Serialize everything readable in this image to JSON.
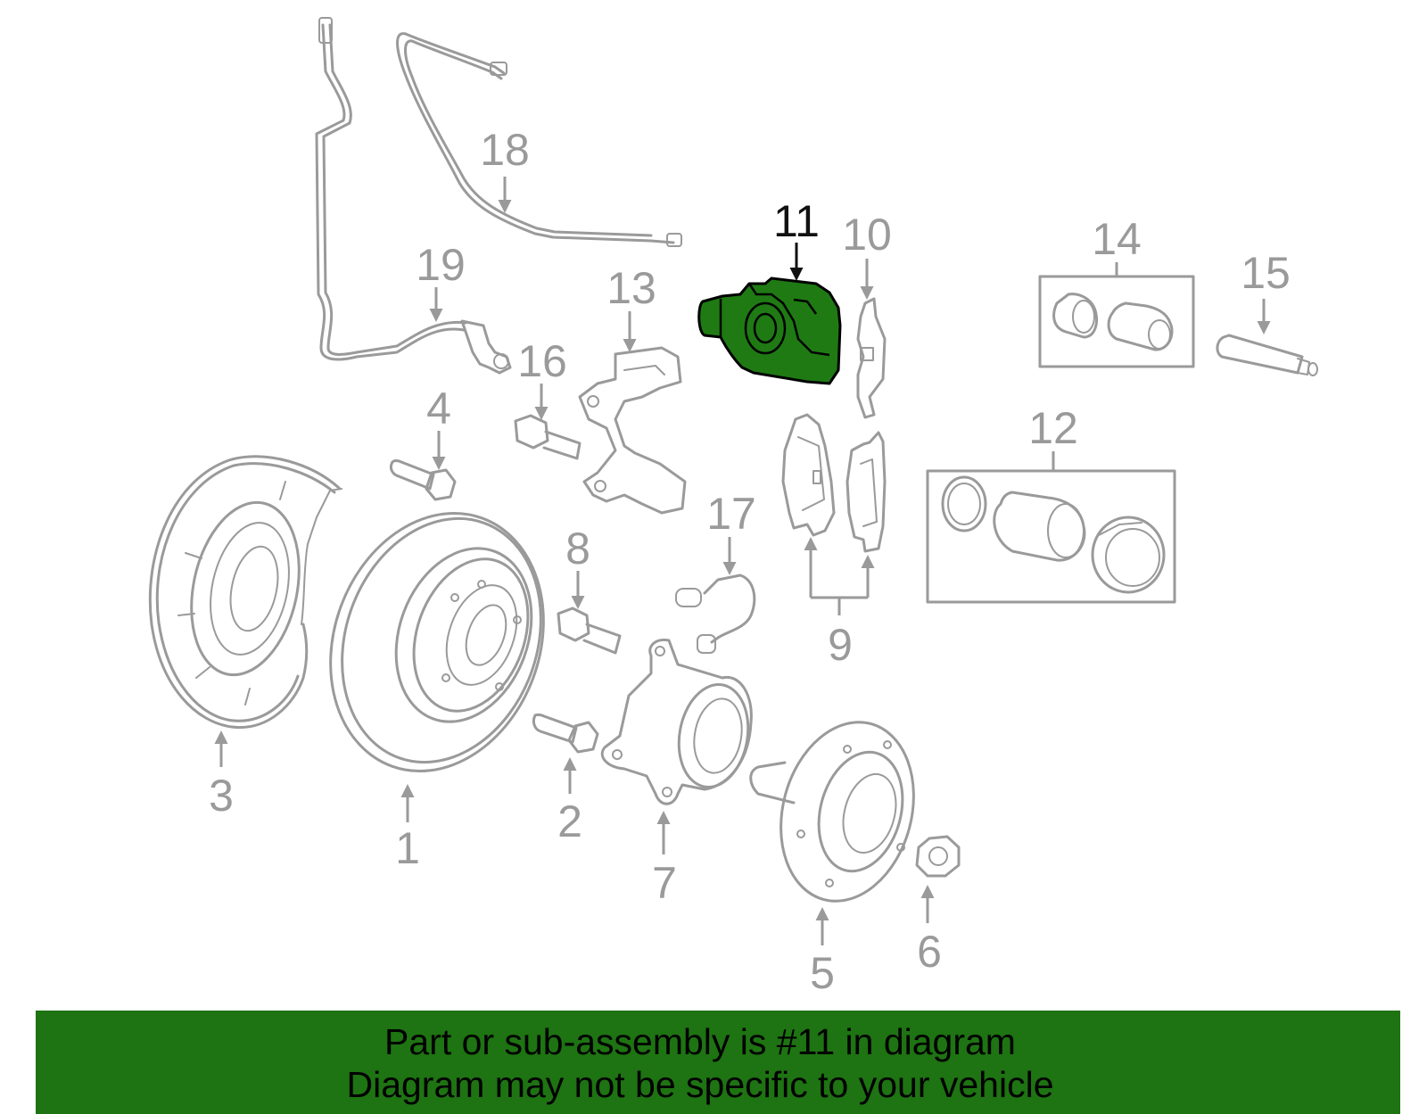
{
  "diagram": {
    "highlighted_part": "11",
    "highlight_color": "#1f7a14",
    "line_color": "#9a9a9a",
    "callouts": {
      "c1": "1",
      "c2": "2",
      "c3": "3",
      "c4": "4",
      "c5": "5",
      "c6": "6",
      "c7": "7",
      "c8": "8",
      "c9": "9",
      "c10": "10",
      "c11": "11",
      "c12": "12",
      "c13": "13",
      "c14": "14",
      "c15": "15",
      "c16": "16",
      "c17": "17",
      "c18": "18",
      "c19": "19"
    }
  },
  "banner": {
    "color": "#1e7312",
    "line1": "Part or sub-assembly is #11 in diagram",
    "line2": "Diagram may not be specific to your vehicle"
  }
}
